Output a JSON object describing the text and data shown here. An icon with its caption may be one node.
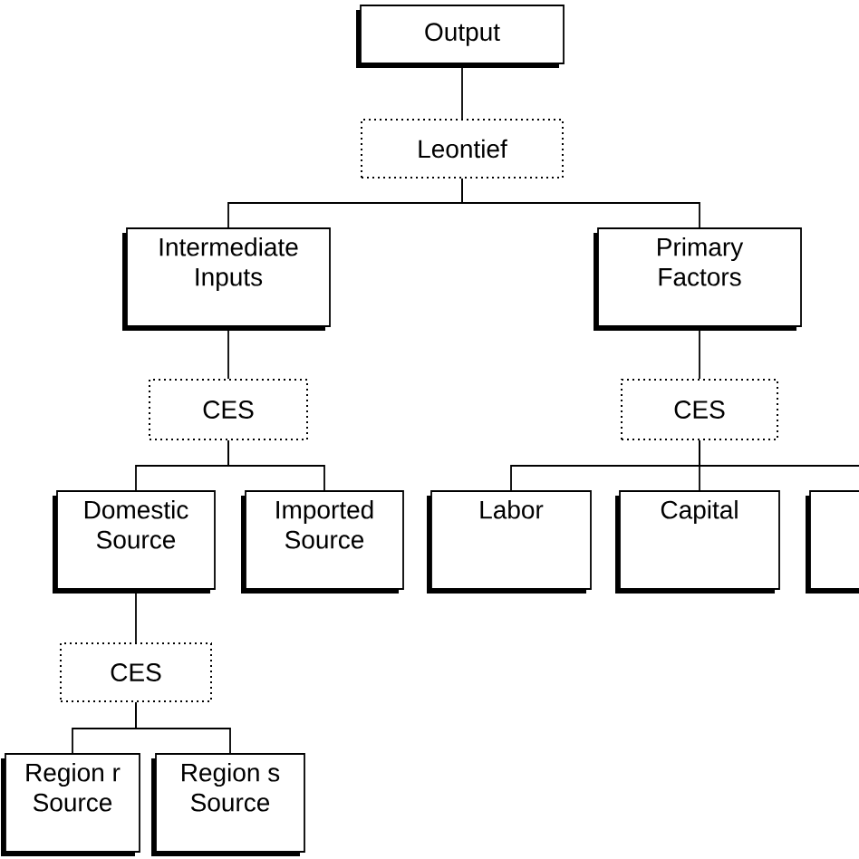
{
  "diagram": {
    "nodes": [
      {
        "text": [
          "Output"
        ]
      },
      {
        "text": [
          "Leontief"
        ]
      },
      {
        "text": [
          "Intermediate Inputs"
        ]
      },
      {
        "text": [
          "Primary Factors"
        ]
      },
      {
        "text": [
          "CES"
        ]
      },
      {
        "text": [
          "CES"
        ]
      },
      {
        "text": [
          "Domestic Source"
        ]
      },
      {
        "text": [
          "Imported Source"
        ]
      },
      {
        "text": [
          "Labor"
        ]
      },
      {
        "text": [
          "Capital"
        ]
      },
      {
        "text": [],
        "shape": "box"
      },
      {
        "text": [
          "CES"
        ]
      },
      {
        "text": [
          "Region r Source"
        ]
      },
      {
        "text": [
          "Region s Source"
        ]
      }
    ],
    "edges": [
      {
        "from": 0,
        "to": 1,
        "arrow": "none"
      },
      {
        "from": 1,
        "to": 2,
        "arrow": "none"
      },
      {
        "from": 1,
        "to": 3,
        "arrow": "none"
      },
      {
        "from": 2,
        "to": 4,
        "arrow": "none"
      },
      {
        "from": 3,
        "to": 5,
        "arrow": "none"
      },
      {
        "from": 4,
        "to": 6,
        "arrow": "none"
      },
      {
        "from": 4,
        "to": 7,
        "arrow": "none"
      },
      {
        "from": 5,
        "to": 8,
        "arrow": "none"
      },
      {
        "from": 5,
        "to": 9,
        "arrow": "none"
      },
      {
        "from": 5,
        "to": 10,
        "arrow": "none"
      },
      {
        "from": 6,
        "to": 11,
        "arrow": "none"
      },
      {
        "from": 11,
        "to": 12,
        "arrow": "none"
      },
      {
        "from": 11,
        "to": 13,
        "arrow": "none"
      }
    ]
  }
}
